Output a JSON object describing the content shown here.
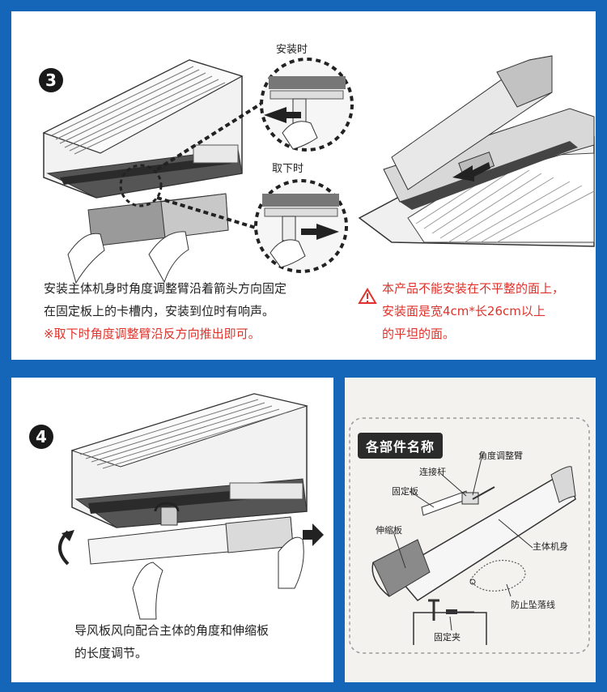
{
  "step3": {
    "number": "3",
    "callout_install": "安装时",
    "callout_remove": "取下时",
    "desc_line1": "安装主体机身时角度调整臂沿着箭头方向固定",
    "desc_line2": "在固定板上的卡槽内，安装到位时有响声。",
    "note_red": "※取下时角度调整臂沿反方向推出即可。"
  },
  "warning": {
    "line1": "本产品不能安装在不平整的面上，",
    "line2": "安装面是宽4cm*长26cm以上",
    "line3": "的平坦的面。"
  },
  "step4": {
    "number": "4",
    "desc_line1": "导风板风向配合主体的角度和伸缩板",
    "desc_line2": "的长度调节。"
  },
  "parts": {
    "title": "各部件名称",
    "angle_arm": "角度调整臂",
    "connecting_rod": "连接杆",
    "fixing_plate": "固定板",
    "telescopic_plate": "伸缩板",
    "main_body": "主体机身",
    "anti_fall_line": "防止坠落线",
    "fixing_clip": "固定夹"
  },
  "colors": {
    "border_blue": "#1565b8",
    "warning_red": "#e0322a"
  }
}
